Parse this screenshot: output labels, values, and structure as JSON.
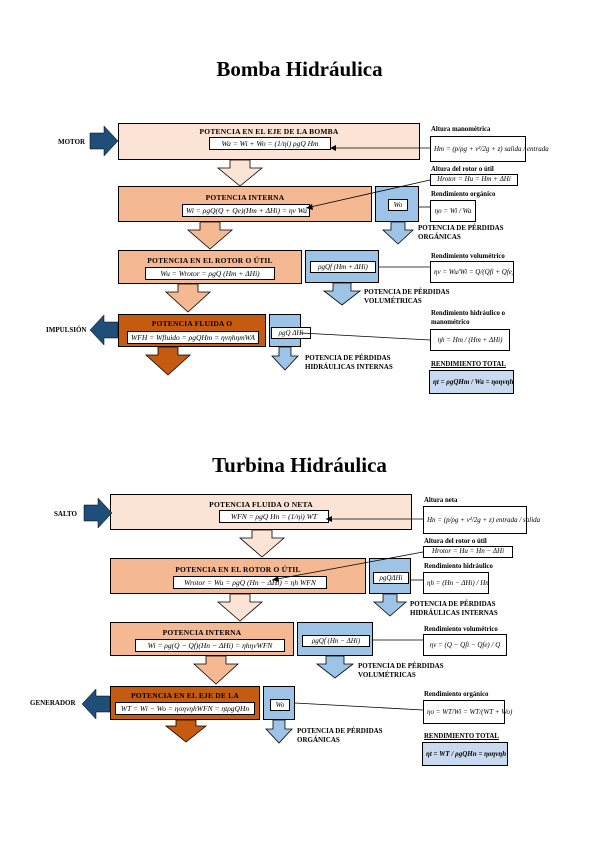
{
  "pump": {
    "title": "Bomba Hidráulica",
    "motor_label": "MOTOR",
    "impulsion_label": "IMPULSIÓN",
    "box1": {
      "title": "POTENCIA EN EL EJE DE LA BOMBA",
      "eq": "Wa = Wi + Wo = (1/ηi) ρgQ Hm"
    },
    "box2": {
      "title": "POTENCIA INTERNA",
      "eq": "Wi = ρgQ(Q + Qe)(Hm + ΔHi) = ηv Wa"
    },
    "box3": {
      "title": "POTENCIA EN EL ROTOR O ÚTIL",
      "eq": "Wu = Wrotor = ρgQ (Hm + ΔHi)"
    },
    "box4": {
      "title": "POTENCIA FLUIDA O",
      "eq": "WFH = Wfluido = ρgQHm = ηvηhηmWA"
    },
    "loss1": {
      "eq": "Wo",
      "label": "POTENCIA DE PÉRDIDAS ORGÁNICAS"
    },
    "loss2": {
      "eq": "ρgQf (Hm + ΔHi)",
      "label": "POTENCIA DE PÉRDIDAS VOLUMÉTRICAS"
    },
    "loss3": {
      "eq": "ρgQ ΔHi",
      "label": "POTENCIA DE PÉRDIDAS HIDRÁULICAS INTERNAS"
    },
    "r_altura_mano": {
      "label": "Altura manométrica",
      "eq": "Hm = (p/ρg + v²/2g + z) salida / entrada"
    },
    "r_altura_rotor": {
      "label": "Altura del rotor o útil",
      "eq": "Hrotor = Hu = Hm + ΔHi"
    },
    "r_rend_org": {
      "label": "Rendimiento orgánico",
      "eq": "ηo = Wi / Wa"
    },
    "r_rend_vol": {
      "label": "Rendimiento volumétrico",
      "eq": "ηv = Wu/Wi = Q/(Qfi + Qfe)"
    },
    "r_rend_hid": {
      "label": "Rendimiento hidráulico o manométrico",
      "eq": "ηh = Hm / (Hm + ΔHi)"
    },
    "r_total": {
      "label": "RENDIMIENTO TOTAL",
      "eq": "ηt = ρgQHm / Wa = ηoηvηh"
    }
  },
  "turbine": {
    "title": "Turbina Hidráulica",
    "salto_label": "SALTO",
    "generador_label": "GENERADOR",
    "box1": {
      "title": "POTENCIA FLUIDA O NETA",
      "eq": "WFN = ρgQ Hn = (1/ηi) WT"
    },
    "box2": {
      "title": "POTENCIA EN EL ROTOR O ÚTIL",
      "eq": "Wrotor = Wu = ρgQ (Hn − ΔHi) = ηh WFN"
    },
    "box3": {
      "title": "POTENCIA INTERNA",
      "eq": "Wi = ρg(Q − Qf)(Hn − ΔHi) = ηhηvWFN"
    },
    "box4": {
      "title": "POTENCIA EN EL EJE DE LA",
      "eq": "WT = Wi − Wo = ηoηvηhWFN = ηtρgQHn"
    },
    "loss1": {
      "eq": "ρgQΔHi",
      "label": "POTENCIA DE PÉRDIDAS HIDRÁULICAS INTERNAS"
    },
    "loss2": {
      "eq": "ρgQf (Hn − ΔHi)",
      "label": "POTENCIA DE PÉRDIDAS VOLUMÉTRICAS"
    },
    "loss3": {
      "eq": "Wo",
      "label": "POTENCIA DE PÉRDIDAS ORGÁNICAS"
    },
    "r_altura_neta": {
      "label": "Altura neta",
      "eq": "Hn = (p/ρg + v²/2g + z) entrada / salida"
    },
    "r_altura_rotor": {
      "label": "Altura del rotor o útil",
      "eq": "Hrotor = Hu = Hn − ΔHi"
    },
    "r_rend_hid": {
      "label": "Rendimiento hidráulico",
      "eq": "ηh = (Hn − ΔHi) / Hn"
    },
    "r_rend_vol": {
      "label": "Rendimiento volumétrico",
      "eq": "ηv = (Q − Qfi − Qfe) / Q"
    },
    "r_rend_org": {
      "label": "Rendimiento orgánico",
      "eq": "ηo = WT/Wi = WT/(WT + Wo)"
    },
    "r_total": {
      "label": "RENDIMIENTO TOTAL",
      "eq": "ηt = WT / ρgQHn = ηoηvηh"
    }
  },
  "colors": {
    "light": "#fbe4d5",
    "mid": "#f4b893",
    "dark": "#c55a11",
    "blue": "#9dc3e6",
    "arrow_blue": "#1f4e79"
  }
}
